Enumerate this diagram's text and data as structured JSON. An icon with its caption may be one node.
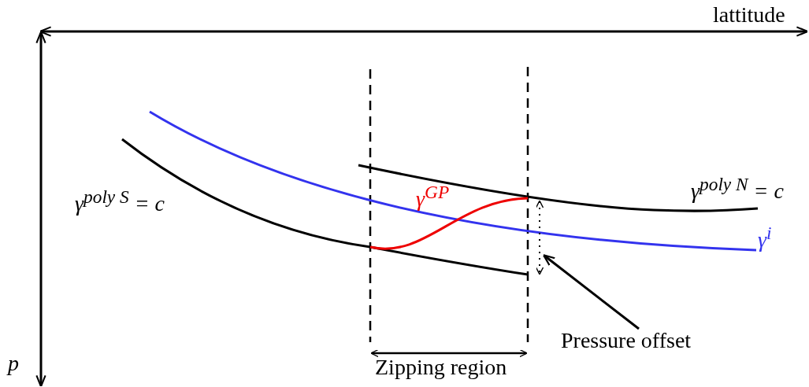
{
  "diagram": {
    "nodes": [
      {
        "text": [
          "Pressure offset"
        ]
      },
      {
        "text": [],
        "shape": "arrow"
      }
    ],
    "edges": [
      {
        "from": 0,
        "to": 1,
        "arrow": "to"
      }
    ],
    "labels": [
      "lattitude",
      "γ$^{GP}$",
      "γ$^{poly S}$ = c",
      "γ$^{poly N}$ = c",
      "γ$^{i}$",
      "Zipping region",
      "p"
    ]
  }
}
